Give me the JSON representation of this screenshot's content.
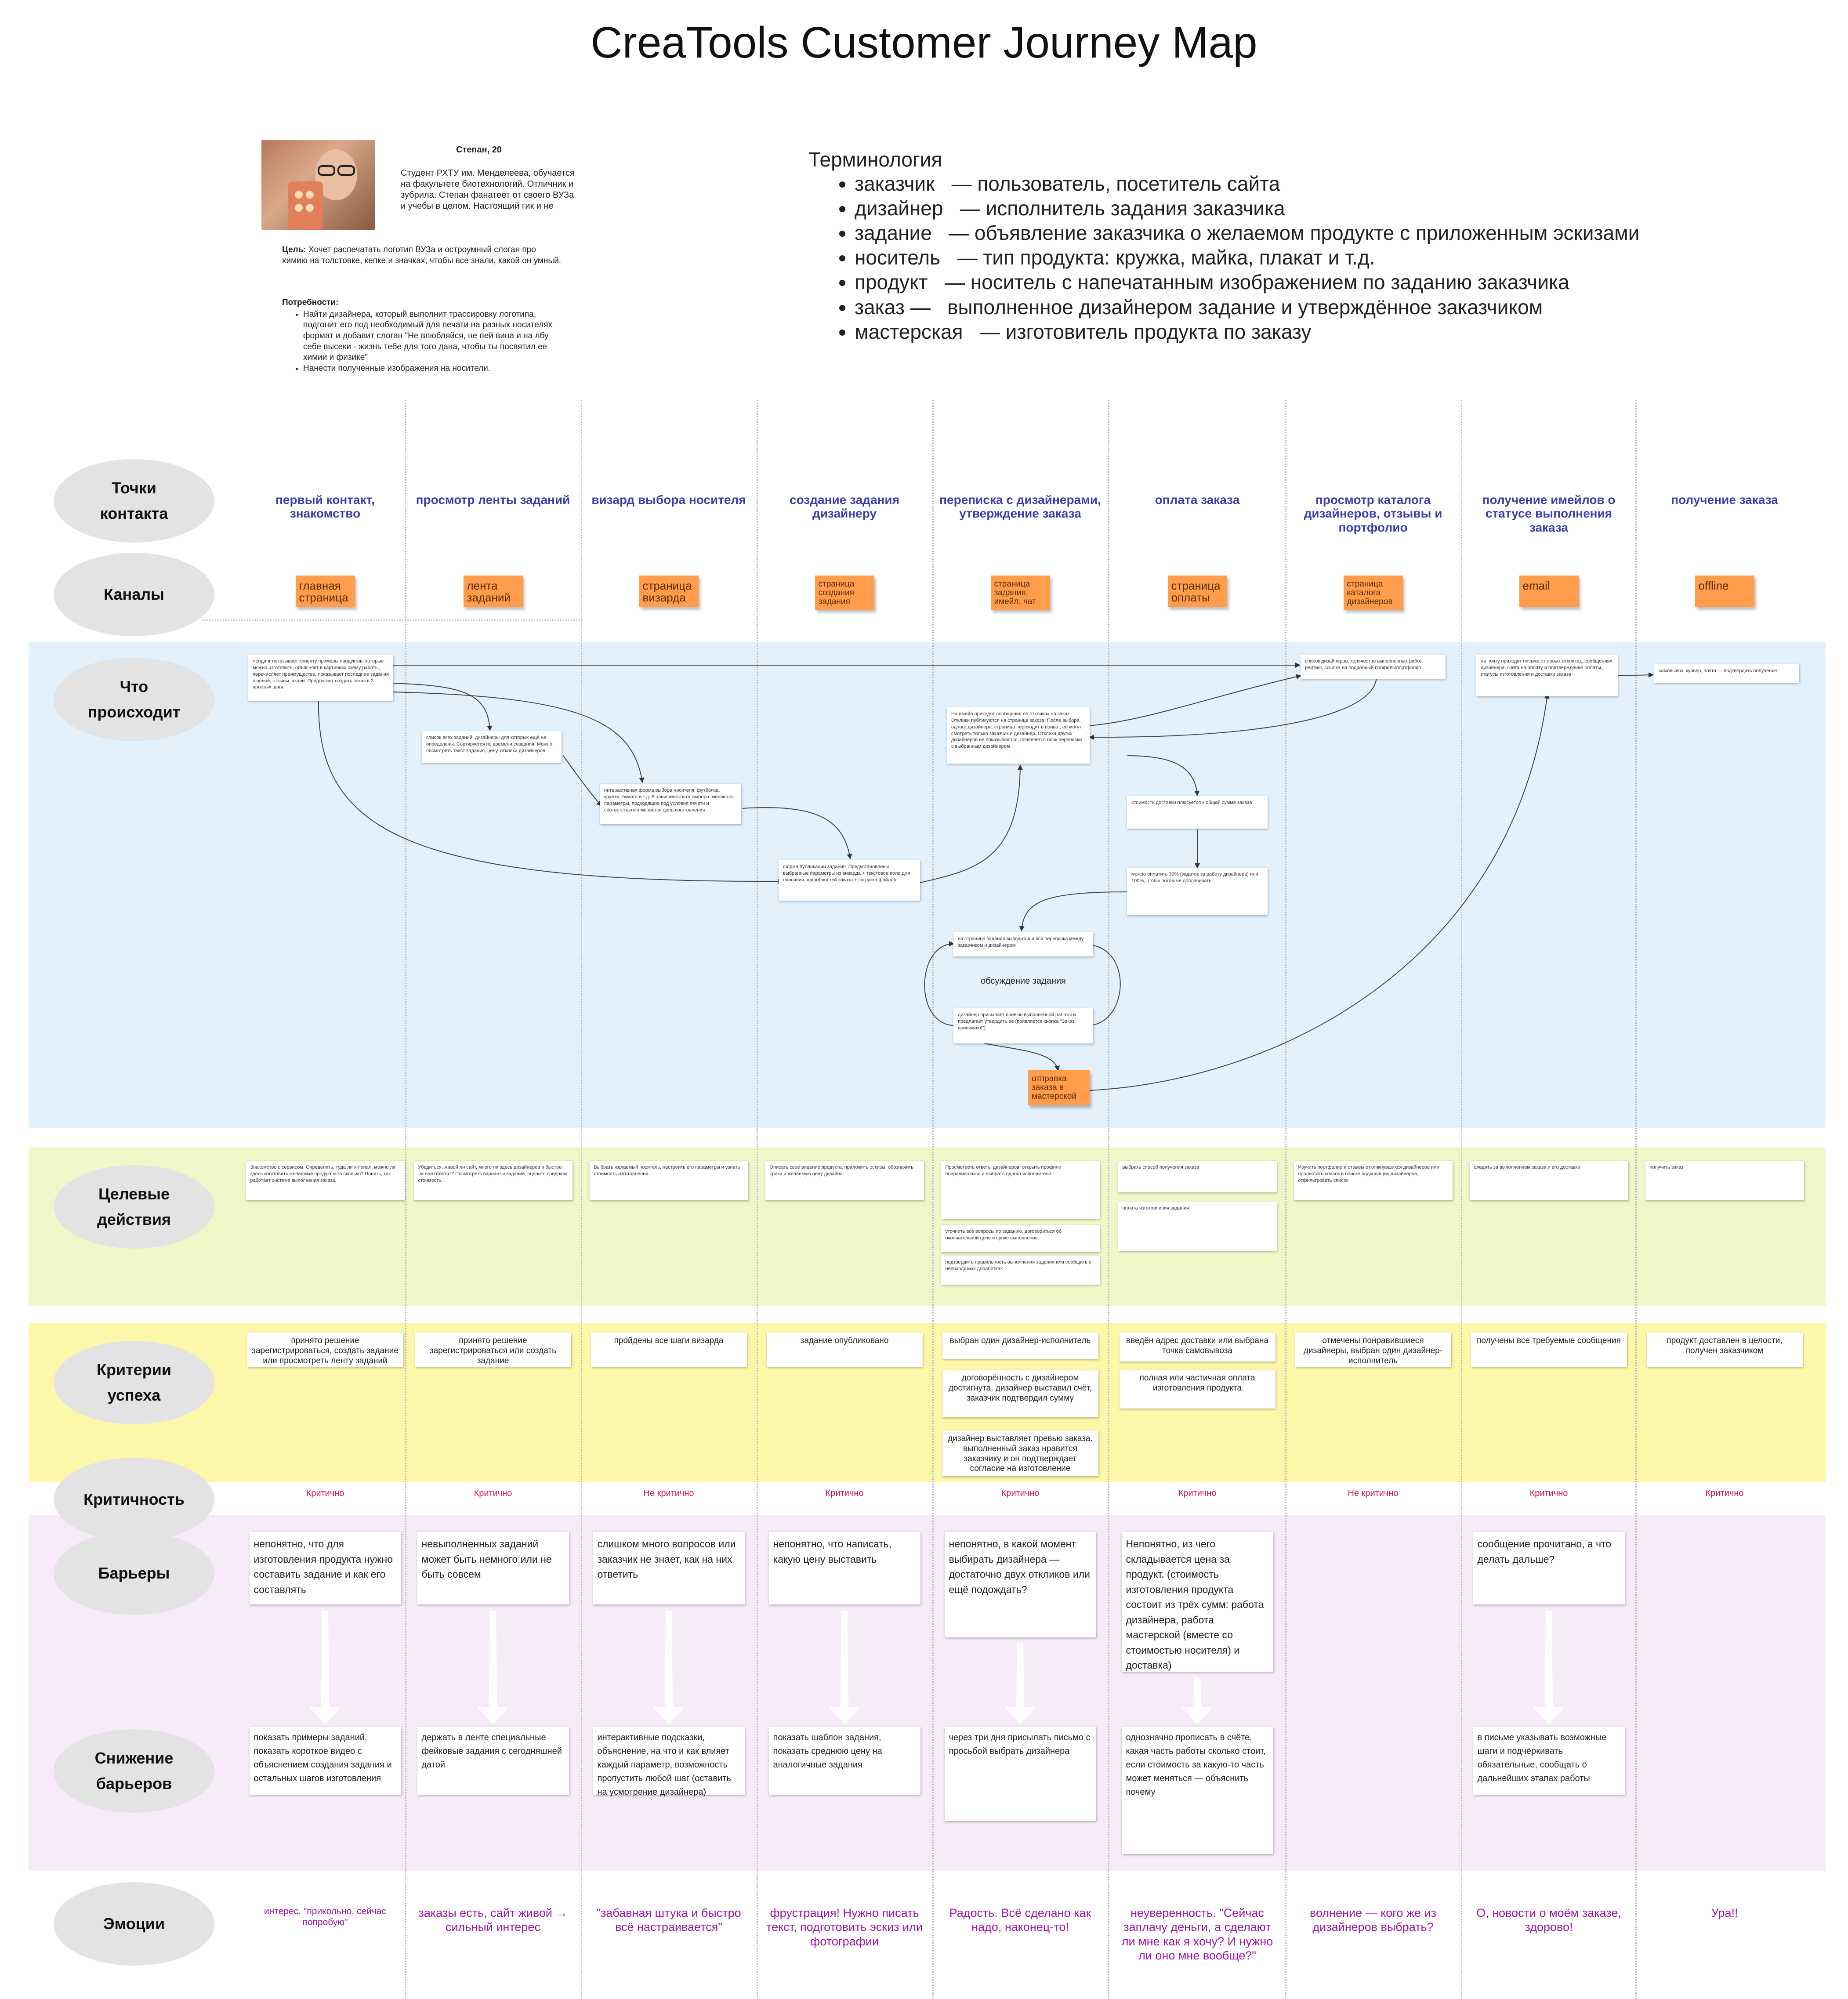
{
  "title": "CreaTools Customer Journey Map",
  "persona": {
    "name": "Степан, 20",
    "bio": "Студент РХТУ им. Менделеева, обучается на факультете биотехнологий. Отличник и зубрила. Степан фанатеет от своего ВУЗа и учебы в целом. Настоящий гик и не",
    "goal_label": "Цель:",
    "goal_text": "Хочет распечатать логотип ВУЗа и остроумный слоган про химию на толстовке, кепке и значках, чтобы все знали, какой он умный.",
    "needs_label": "Потребности:",
    "needs": [
      "Найти дизайнера, который выполнит трассировку логотипа, подгонит его под необходимый для печати на разных носителях формат и добавит слоган \"Не влюбляйся, не пей вина и на лбу себе высеки - жизнь тебе для того дана, чтобы ты посвятил ее химии и физике\"",
      "Нанести полученные изображения на носители."
    ]
  },
  "terminology": {
    "title": "Терминология",
    "items": [
      {
        "term": "заказчик",
        "def": "— пользователь, посетитель сайта"
      },
      {
        "term": "дизайнер",
        "def": "— исполнитель задания заказчика"
      },
      {
        "term": "задание",
        "def": "— объявление заказчика о желаемом продукте с приложенным эскизами"
      },
      {
        "term": "носитель",
        "def": "— тип продукта: кружка, майка, плакат и т.д."
      },
      {
        "term": "продукт",
        "def": "— носитель с напечатанным изображением по заданию заказчика"
      },
      {
        "term": "заказ —",
        "def": "выполненное дизайнером задание и утверждённое заказчиком"
      },
      {
        "term": "мастерская",
        "def": "— изготовитель продукта по заказу"
      }
    ]
  },
  "rows": {
    "touchpoints": "Точки контакта",
    "channels": "Каналы",
    "what": "Что происходит",
    "actions": "Целевые действия",
    "success": "Критерии успеха",
    "criticality": "Критичность",
    "barriers": "Барьеры",
    "lowering": "Снижение барьеров",
    "emotions": "Эмоции"
  },
  "touchpoints": [
    "первый контакт, знакомство",
    "просмотр ленты заданий",
    "визард выбора носителя",
    "создание задания дизайнеру",
    "переписка с дизайнерами, утверждение заказа",
    "оплата заказа",
    "просмотр каталога дизайнеров, отзывы и портфолио",
    "получение имейлов о статусе выполнения заказа",
    "получение заказа"
  ],
  "channels": [
    "главная страница",
    "лента заданий",
    "страница визарда",
    "страница создания задания",
    "страница задания, имейл, чат",
    "страница оплаты",
    "страница каталога дизайнеров",
    "email",
    "offline"
  ],
  "what_happens": {
    "c1": "лендинг показывает клиенту примеры продуктов, которые можно изготовить, объясняет в картинках схему работы, перечисляет преимущества, показывает последние задания с ценой, отзывы, акции. Предлагает создать заказ в 3 простых шага.",
    "c2": "список всех заданий, дизайнеры для которых ещё не определены. Сортируется по времени создания. Можно посмотреть текст задания, цену, отклики дизайнеров",
    "c3": "интерактивная форма выбора носителя: футболка, кружка, бумага и т.д. В зависимости от выбора, меняются параметры, подходящие под условия печати и соответственно меняется цена изготовления",
    "c4": "форма публикации задания. Предустановлены выбранные параметры из визарда + текстовое поле для описания подробностей заказа + загрузка файлов",
    "c5": "На имейл приходят сообщения об откликах на заказ. Отклики публикуются на странице заказа. После выбора одного дизайнера, страница переходит в приват, её могут смотреть только заказчик и дизайнер. Отклики других дизайнеров не показываются, появляется блок переписки с выбранным дизайнером",
    "c6a": "стоимость доставки плюсуется к общей сумме заказа",
    "c6b": "можно оплатить 30% (задаток за работу дизайнера) или 100%, чтобы потом не доплачивать.",
    "disc_top": "на странице задания выводится и вся переписка между заказчиком и дизайнером",
    "disc_label": "обсуждение задания",
    "disc_bottom": "дизайнер присылает превью выполненной работы и предлагает утвердить её (появляется кнопка \"Заказ принимаю!\")",
    "workshop": "отправка заказа в мастерской",
    "c7": "список дизайнеров, количество выполненных работ, рейтинг, ссылка на подробный профиль/портфолио",
    "c8": "на почту приходят письма от новых откликах, сообщениях дизайнера, счета на оплату и подтверждение оплаты, статусы изготовления и доставки заказа",
    "c9": "самовывоз, курьер, почта — подтвердить получение"
  },
  "target_actions": [
    [
      "Знакомство с сервисом. Определить, туда ли я попал, можно ли здесь изготовить желаемый продукт и за сколько? Понять, как работает система выполнения заказа."
    ],
    [
      "Убедиться, живой ли сайт, много ли здесь дизайнеров и быстро ли они ответят? Посмотреть варианты заданий, оценить среднюю стоимость."
    ],
    [
      "Выбрать желаемый носитель, настроить его параметры и узнать стоимость изготовления."
    ],
    [
      "Описать своё видение продукта, приложить эскизы, обозначить сроки и желаемую цену дизайна"
    ],
    [
      "Просмотреть ответы дизайнеров, открыть профили понравившихся и выбрать одного исполнителя.",
      "уточнить все вопросы по заданию, договориться об окончательной цене и сроке выполнения",
      "подтвердить правильность выполнения задания или сообщить о необходимых доработках"
    ],
    [
      "выбрать способ получения заказа",
      "оплата изготовления задания"
    ],
    [
      "Изучить портфолио и отзывы откликнувшихся дизайнеров или пролистать список в поиске подходящих дизайнеров, отфильтровать список"
    ],
    [
      "следить за выполнением заказа и его доставки"
    ],
    [
      "получить заказ"
    ]
  ],
  "success_criteria": [
    [
      "принято решение зарегистрироваться, создать задание или просмотреть ленту заданий"
    ],
    [
      "принято решение зарегистрироваться или создать задание"
    ],
    [
      "пройдены все шаги визарда"
    ],
    [
      "задание опубликовано"
    ],
    [
      "выбран один дизайнер-исполнитель",
      "договорённость с дизайнером достигнута, дизайнер выставил счёт, заказчик подтвердил сумму",
      "дизайнер выставляет превью заказа. выполненный заказ нравится заказчику и он подтверждает согласие на изготовление"
    ],
    [
      "введён адрес доставки или выбрана точка самовывоза",
      "полная или частичная оплата изготовления продукта"
    ],
    [
      "отмечены понравившиеся дизайнеры, выбран один дизайнер-исполнитель"
    ],
    [
      "получены все требуемые сообщения"
    ],
    [
      "продукт доставлен в целости, получен заказчиком"
    ]
  ],
  "criticality": [
    "Критично",
    "Критично",
    "Не критично",
    "Критично",
    "Критично",
    "Критично",
    "Не критично",
    "Критично",
    "Критично"
  ],
  "barriers": [
    "непонятно, что для изготовления продукта нужно составить задание и как его составлять",
    "невыполненных заданий может быть немного или не быть совсем",
    "слишком много вопросов или заказчик не знает, как на них ответить",
    "непонятно, что написать, какую цену выставить",
    "непонятно, в какой момент выбирать дизайнера — достаточно двух откликов или ещё подождать?",
    "Непонятно, из чего складывается цена за продукт. (стоимость изготовления продукта состоит из трёх сумм: работа дизайнера, работа мастерской (вместе со стоимостью носителя) и доставка)",
    "",
    "сообщение прочитано, а что делать дальше?",
    ""
  ],
  "lowering": [
    "показать примеры заданий, показать короткое видео с объяснением создания задания и остальных шагов изготовления",
    "держать в ленте специальные фейковые задания с сегодняшней датой",
    "интерактивные подсказки, объяснение, на что и как влияет каждый параметр, возможность пропустить любой шаг (оставить на усмотрение дизайнера)",
    "показать шаблон задания, показать среднюю цену на аналогичные задания",
    "через три дня присылать письмо с просьбой выбрать дизайнера",
    "однозначно прописать в счёте, какая часть работы сколько стоит, если стоимость за какую-то часть может меняться — объяснить почему",
    "",
    "в письме указывать возможные шаги и подчёркивать обязательные, сообщать о дальнейших этапах работы",
    ""
  ],
  "emotions": [
    "интерес. \"прикольно, сейчас попробую\"",
    "заказы есть, сайт живой → сильный интерес",
    "\"забавная штука и быстро всё настраивается\"",
    "фрустрация! Нужно писать текст, подготовить эскиз или фотографии",
    "Радость. Всё сделано как надо, наконец-то!",
    "неуверенность. \"Сейчас заплачу деньги, а сделают ли мне как я хочу? И нужно ли оно мне вообще?\"",
    "волнение — кого же из дизайнеров выбрать?",
    "О, новости о моём заказе, здорово!",
    "Ура!!"
  ],
  "colors": {
    "what_band": "#e3f1fc",
    "actions_band": "#f1f7c8",
    "success_band": "#fdf8a9",
    "barrier_band": "#f7ebf9",
    "sticky": "#ff9d4d",
    "touchpoint_text": "#3a3fb0",
    "critical_text": "#d0105c",
    "emotion_text": "#9b16a6"
  }
}
